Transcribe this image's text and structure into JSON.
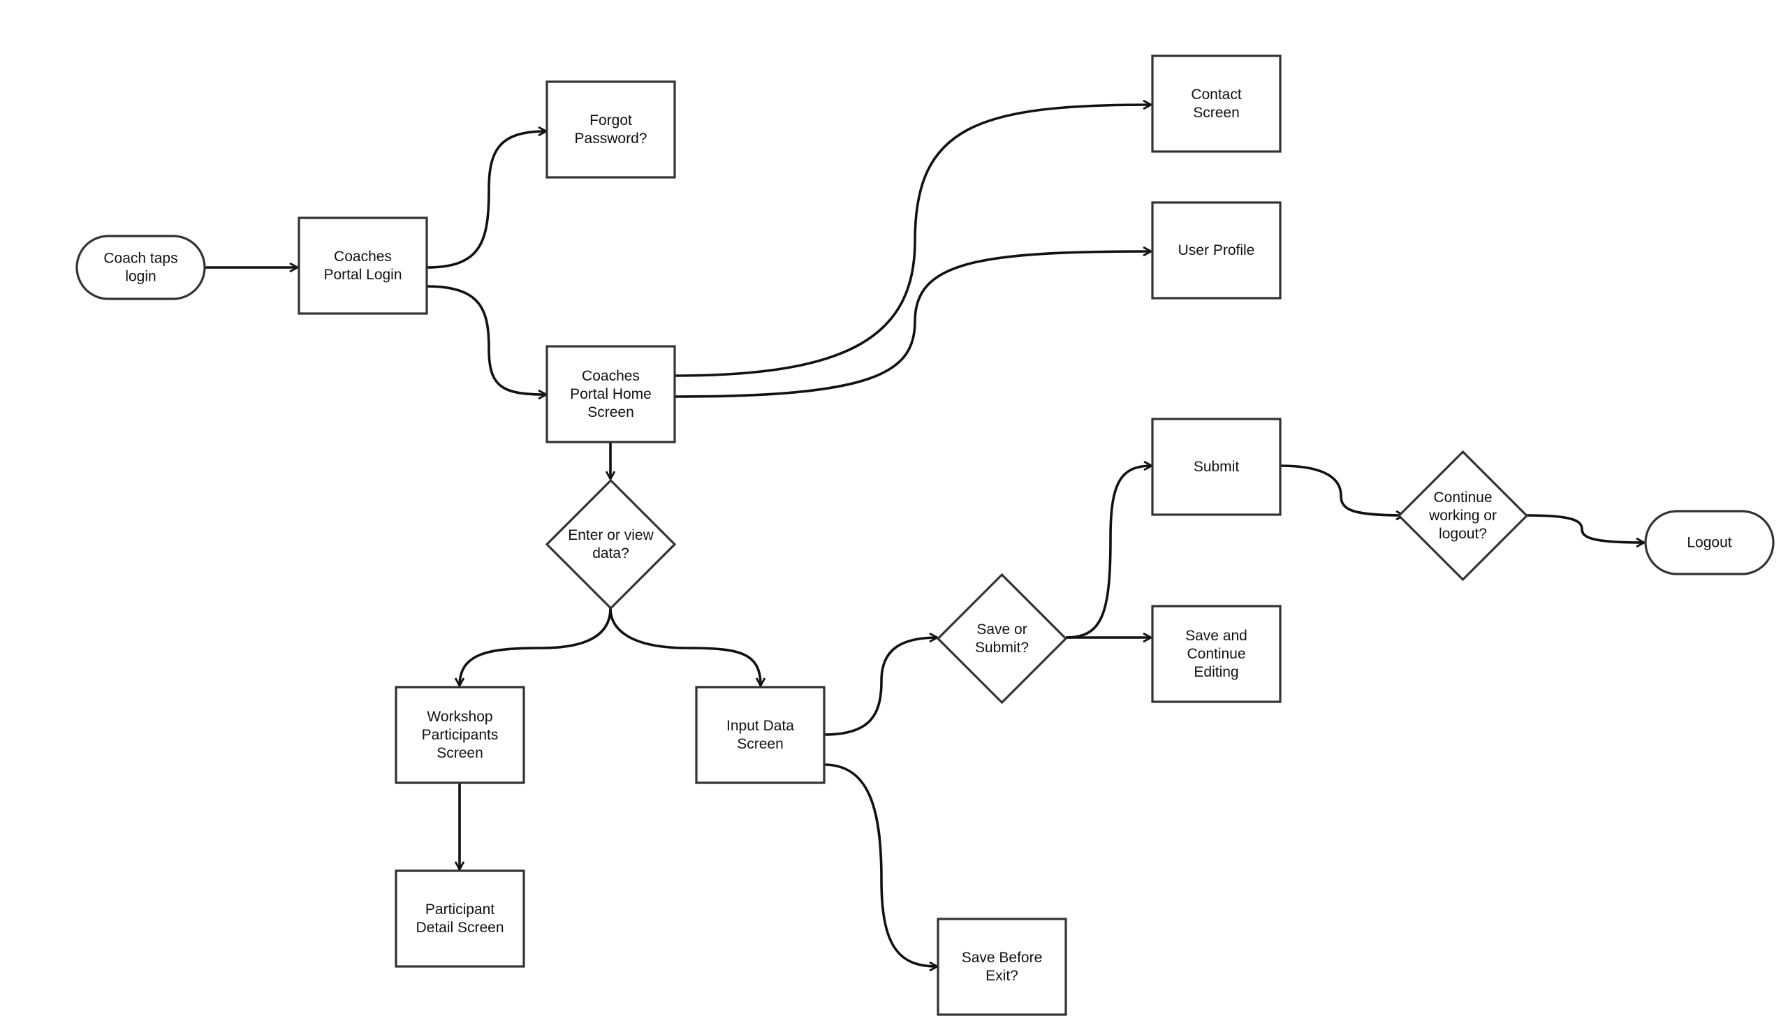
{
  "nodes": [
    {
      "id": "coach_taps_login",
      "shape": "terminal",
      "lines": [
        "Coach taps",
        "login"
      ]
    },
    {
      "id": "portal_login",
      "shape": "process",
      "lines": [
        "Coaches",
        "Portal Login"
      ]
    },
    {
      "id": "forgot_password",
      "shape": "process",
      "lines": [
        "Forgot",
        "Password?"
      ]
    },
    {
      "id": "home_screen",
      "shape": "process",
      "lines": [
        "Coaches",
        "Portal Home",
        "Screen"
      ]
    },
    {
      "id": "contact_screen",
      "shape": "process",
      "lines": [
        "Contact",
        "Screen"
      ]
    },
    {
      "id": "user_profile",
      "shape": "process",
      "lines": [
        "User Profile"
      ]
    },
    {
      "id": "enter_or_view",
      "shape": "decision",
      "lines": [
        "Enter or view",
        "data?"
      ]
    },
    {
      "id": "workshop_participants",
      "shape": "process",
      "lines": [
        "Workshop",
        "Participants",
        "Screen"
      ]
    },
    {
      "id": "participant_detail",
      "shape": "process",
      "lines": [
        "Participant",
        "Detail Screen"
      ]
    },
    {
      "id": "input_data",
      "shape": "process",
      "lines": [
        "Input Data",
        "Screen"
      ]
    },
    {
      "id": "save_or_submit",
      "shape": "decision",
      "lines": [
        "Save or",
        "Submit?"
      ]
    },
    {
      "id": "submit",
      "shape": "process",
      "lines": [
        "Submit"
      ]
    },
    {
      "id": "save_continue",
      "shape": "process",
      "lines": [
        "Save and",
        "Continue",
        "Editing"
      ]
    },
    {
      "id": "save_before_exit",
      "shape": "process",
      "lines": [
        "Save Before",
        "Exit?"
      ]
    },
    {
      "id": "continue_or_logout",
      "shape": "decision",
      "lines": [
        "Continue",
        "working or",
        "logout?"
      ]
    },
    {
      "id": "logout",
      "shape": "terminal",
      "lines": [
        "Logout"
      ]
    }
  ],
  "edges": [
    {
      "from": "coach_taps_login",
      "to": "portal_login"
    },
    {
      "from": "portal_login",
      "to": "forgot_password"
    },
    {
      "from": "portal_login",
      "to": "home_screen"
    },
    {
      "from": "home_screen",
      "to": "contact_screen"
    },
    {
      "from": "home_screen",
      "to": "user_profile"
    },
    {
      "from": "home_screen",
      "to": "enter_or_view"
    },
    {
      "from": "enter_or_view",
      "to": "workshop_participants"
    },
    {
      "from": "enter_or_view",
      "to": "input_data"
    },
    {
      "from": "workshop_participants",
      "to": "participant_detail"
    },
    {
      "from": "input_data",
      "to": "save_or_submit"
    },
    {
      "from": "input_data",
      "to": "save_before_exit"
    },
    {
      "from": "save_or_submit",
      "to": "submit"
    },
    {
      "from": "save_or_submit",
      "to": "save_continue"
    },
    {
      "from": "submit",
      "to": "continue_or_logout"
    },
    {
      "from": "continue_or_logout",
      "to": "logout"
    }
  ],
  "colors": {
    "stroke": "#333333",
    "edge": "#111111",
    "fill": "#ffffff",
    "text": "#111111"
  }
}
